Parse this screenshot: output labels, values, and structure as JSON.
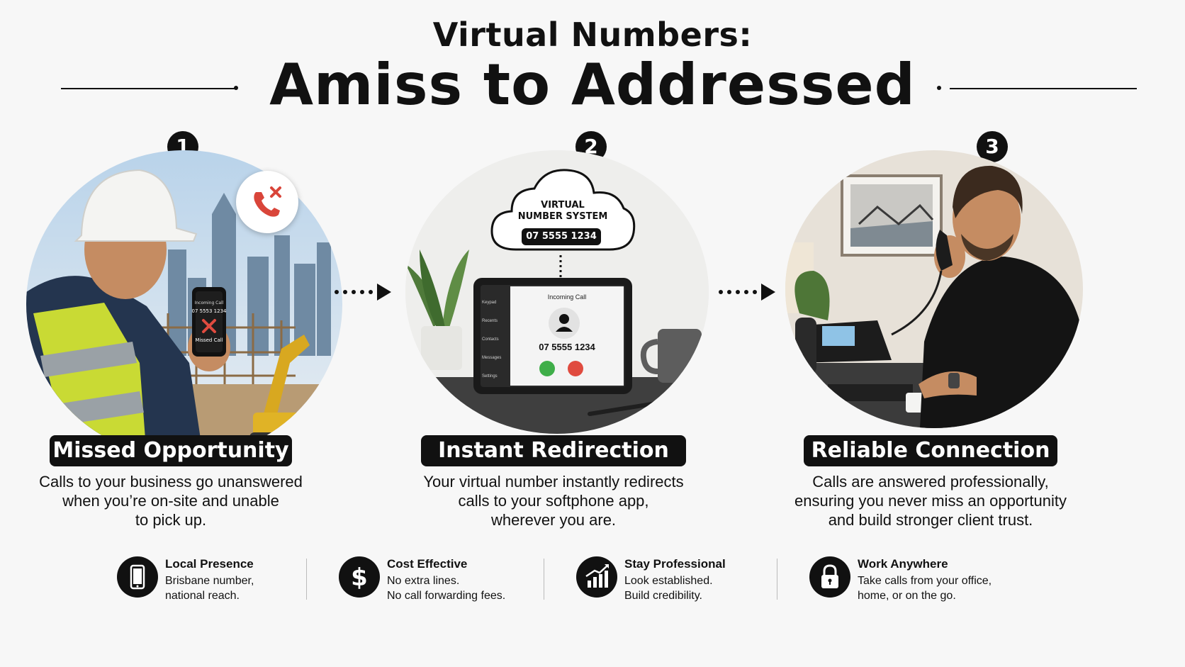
{
  "header": {
    "title_line1": "Virtual Numbers:",
    "title_line2": "Amiss to Addressed"
  },
  "steps": [
    {
      "number": "1",
      "title": "Missed Opportunity",
      "description_lines": [
        "Calls to your business go unanswered",
        "when you’re on-site and unable",
        "to pick up."
      ],
      "scene": {
        "phone_text_top": "Incoming Call",
        "phone_number": "07 5553 1234",
        "phone_status": "Missed Call",
        "icon": "missed-call-icon"
      }
    },
    {
      "number": "2",
      "title": "Instant Redirection",
      "description_lines": [
        "Your virtual number instantly redirects",
        "calls to your softphone app,",
        "wherever you are."
      ],
      "scene": {
        "cloud_line1": "VIRTUAL",
        "cloud_line2": "NUMBER SYSTEM",
        "cloud_number": "07 5555 1234",
        "tablet_incoming": "Incoming Call",
        "tablet_number": "07 5555 1234",
        "tablet_menu": [
          "Keypad",
          "Recents",
          "Contacts",
          "Messages",
          "Settings"
        ]
      }
    },
    {
      "number": "3",
      "title": "Reliable Connection",
      "description_lines": [
        "Calls are answered professionally,",
        "ensuring you never miss an opportunity",
        "and build stronger client trust."
      ]
    }
  ],
  "features": [
    {
      "icon": "smartphone-icon",
      "title": "Local Presence",
      "lines": [
        "Brisbane number,",
        "national reach."
      ]
    },
    {
      "icon": "dollar-icon",
      "title": "Cost Effective",
      "lines": [
        "No extra lines.",
        "No call forwarding fees."
      ]
    },
    {
      "icon": "growth-chart-icon",
      "title": "Stay Professional",
      "lines": [
        "Look established.",
        "Build credibility."
      ]
    },
    {
      "icon": "padlock-icon",
      "title": "Work Anywhere",
      "lines": [
        "Take calls from your office,",
        "home, or on the go."
      ]
    }
  ],
  "colors": {
    "accent": "#111111",
    "decline": "#e04b3f",
    "accept": "#3fae49",
    "background": "#f7f7f7"
  }
}
